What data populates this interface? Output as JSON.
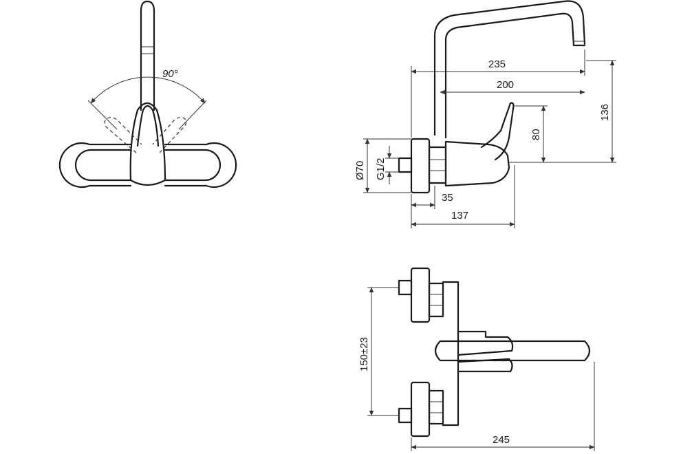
{
  "dimensions": {
    "angle": "90°",
    "reach_outer": "235",
    "reach_inner": "200",
    "height_spout": "136",
    "height_lever": "80",
    "diameter_plate": "Ø70",
    "thread": "G1/2",
    "depth_35": "35",
    "depth_137": "137",
    "centers": "150±23",
    "width_245": "245"
  }
}
